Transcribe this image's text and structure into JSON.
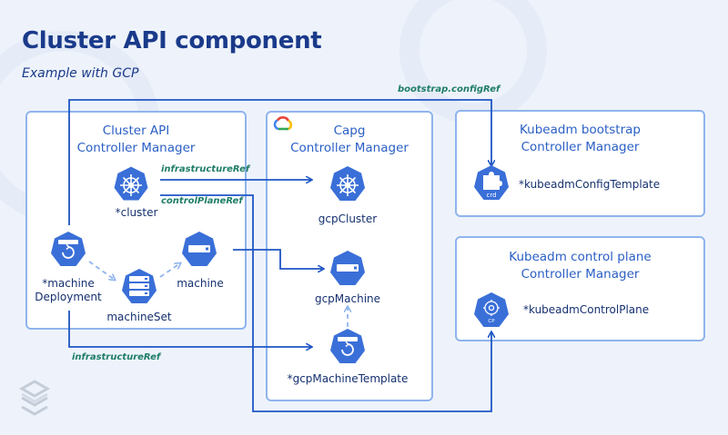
{
  "page": {
    "title": "Cluster API component",
    "subtitle": "Example with GCP"
  },
  "boxes": {
    "capi": {
      "title_line1": "Cluster API",
      "title_line2": "Controller Manager"
    },
    "capg": {
      "title_line1": "Capg",
      "title_line2": "Controller Manager"
    },
    "kubeadm_bootstrap": {
      "title_line1": "Kubeadm bootstrap",
      "title_line2": "Controller Manager"
    },
    "kubeadm_cp": {
      "title_line1": "Kubeadm control plane",
      "title_line2": "Controller Manager"
    }
  },
  "nodes": {
    "cluster": "*cluster",
    "machine_deployment_line1": "*machine",
    "machine_deployment_line2": "Deployment",
    "machine_set": "machineSet",
    "machine": "machine",
    "gcp_cluster": "gcpCluster",
    "gcp_machine": "gcpMachine",
    "gcp_machine_template": "*gcpMachineTemplate",
    "kubeadm_config_template": "*kubeadmConfigTemplate",
    "kubeadm_control_plane": "*kubeadmControlPlane"
  },
  "edge_labels": {
    "bootstrap_config_ref": "bootstrap.configRef",
    "infrastructure_ref_top": "infrastructureRef",
    "control_plane_ref": "controlPlaneRef",
    "infrastructure_ref_bottom": "infrastructureRef"
  },
  "icon_labels": {
    "crd": "crd",
    "cp": "CP"
  },
  "colors": {
    "accent": "#2a5fc4",
    "title": "#1a3a8a",
    "box_border": "#8fb4ee",
    "ref_label": "#1f7d68",
    "background": "#eef3fb",
    "icon_fill": "#3a6fd8"
  },
  "icons": {
    "cluster": "kubernetes-wheel-icon",
    "machine_deployment": "deployment-icon",
    "machine_set": "replicaset-icon",
    "machine": "node-icon",
    "gcp_cluster": "kubernetes-wheel-icon",
    "gcp_machine": "node-icon",
    "gcp_machine_template": "deployment-icon",
    "kubeadm_config_template": "crd-icon",
    "kubeadm_control_plane": "control-plane-icon",
    "capg_logo": "google-cloud-icon",
    "brand": "layered-s-logo-icon"
  }
}
